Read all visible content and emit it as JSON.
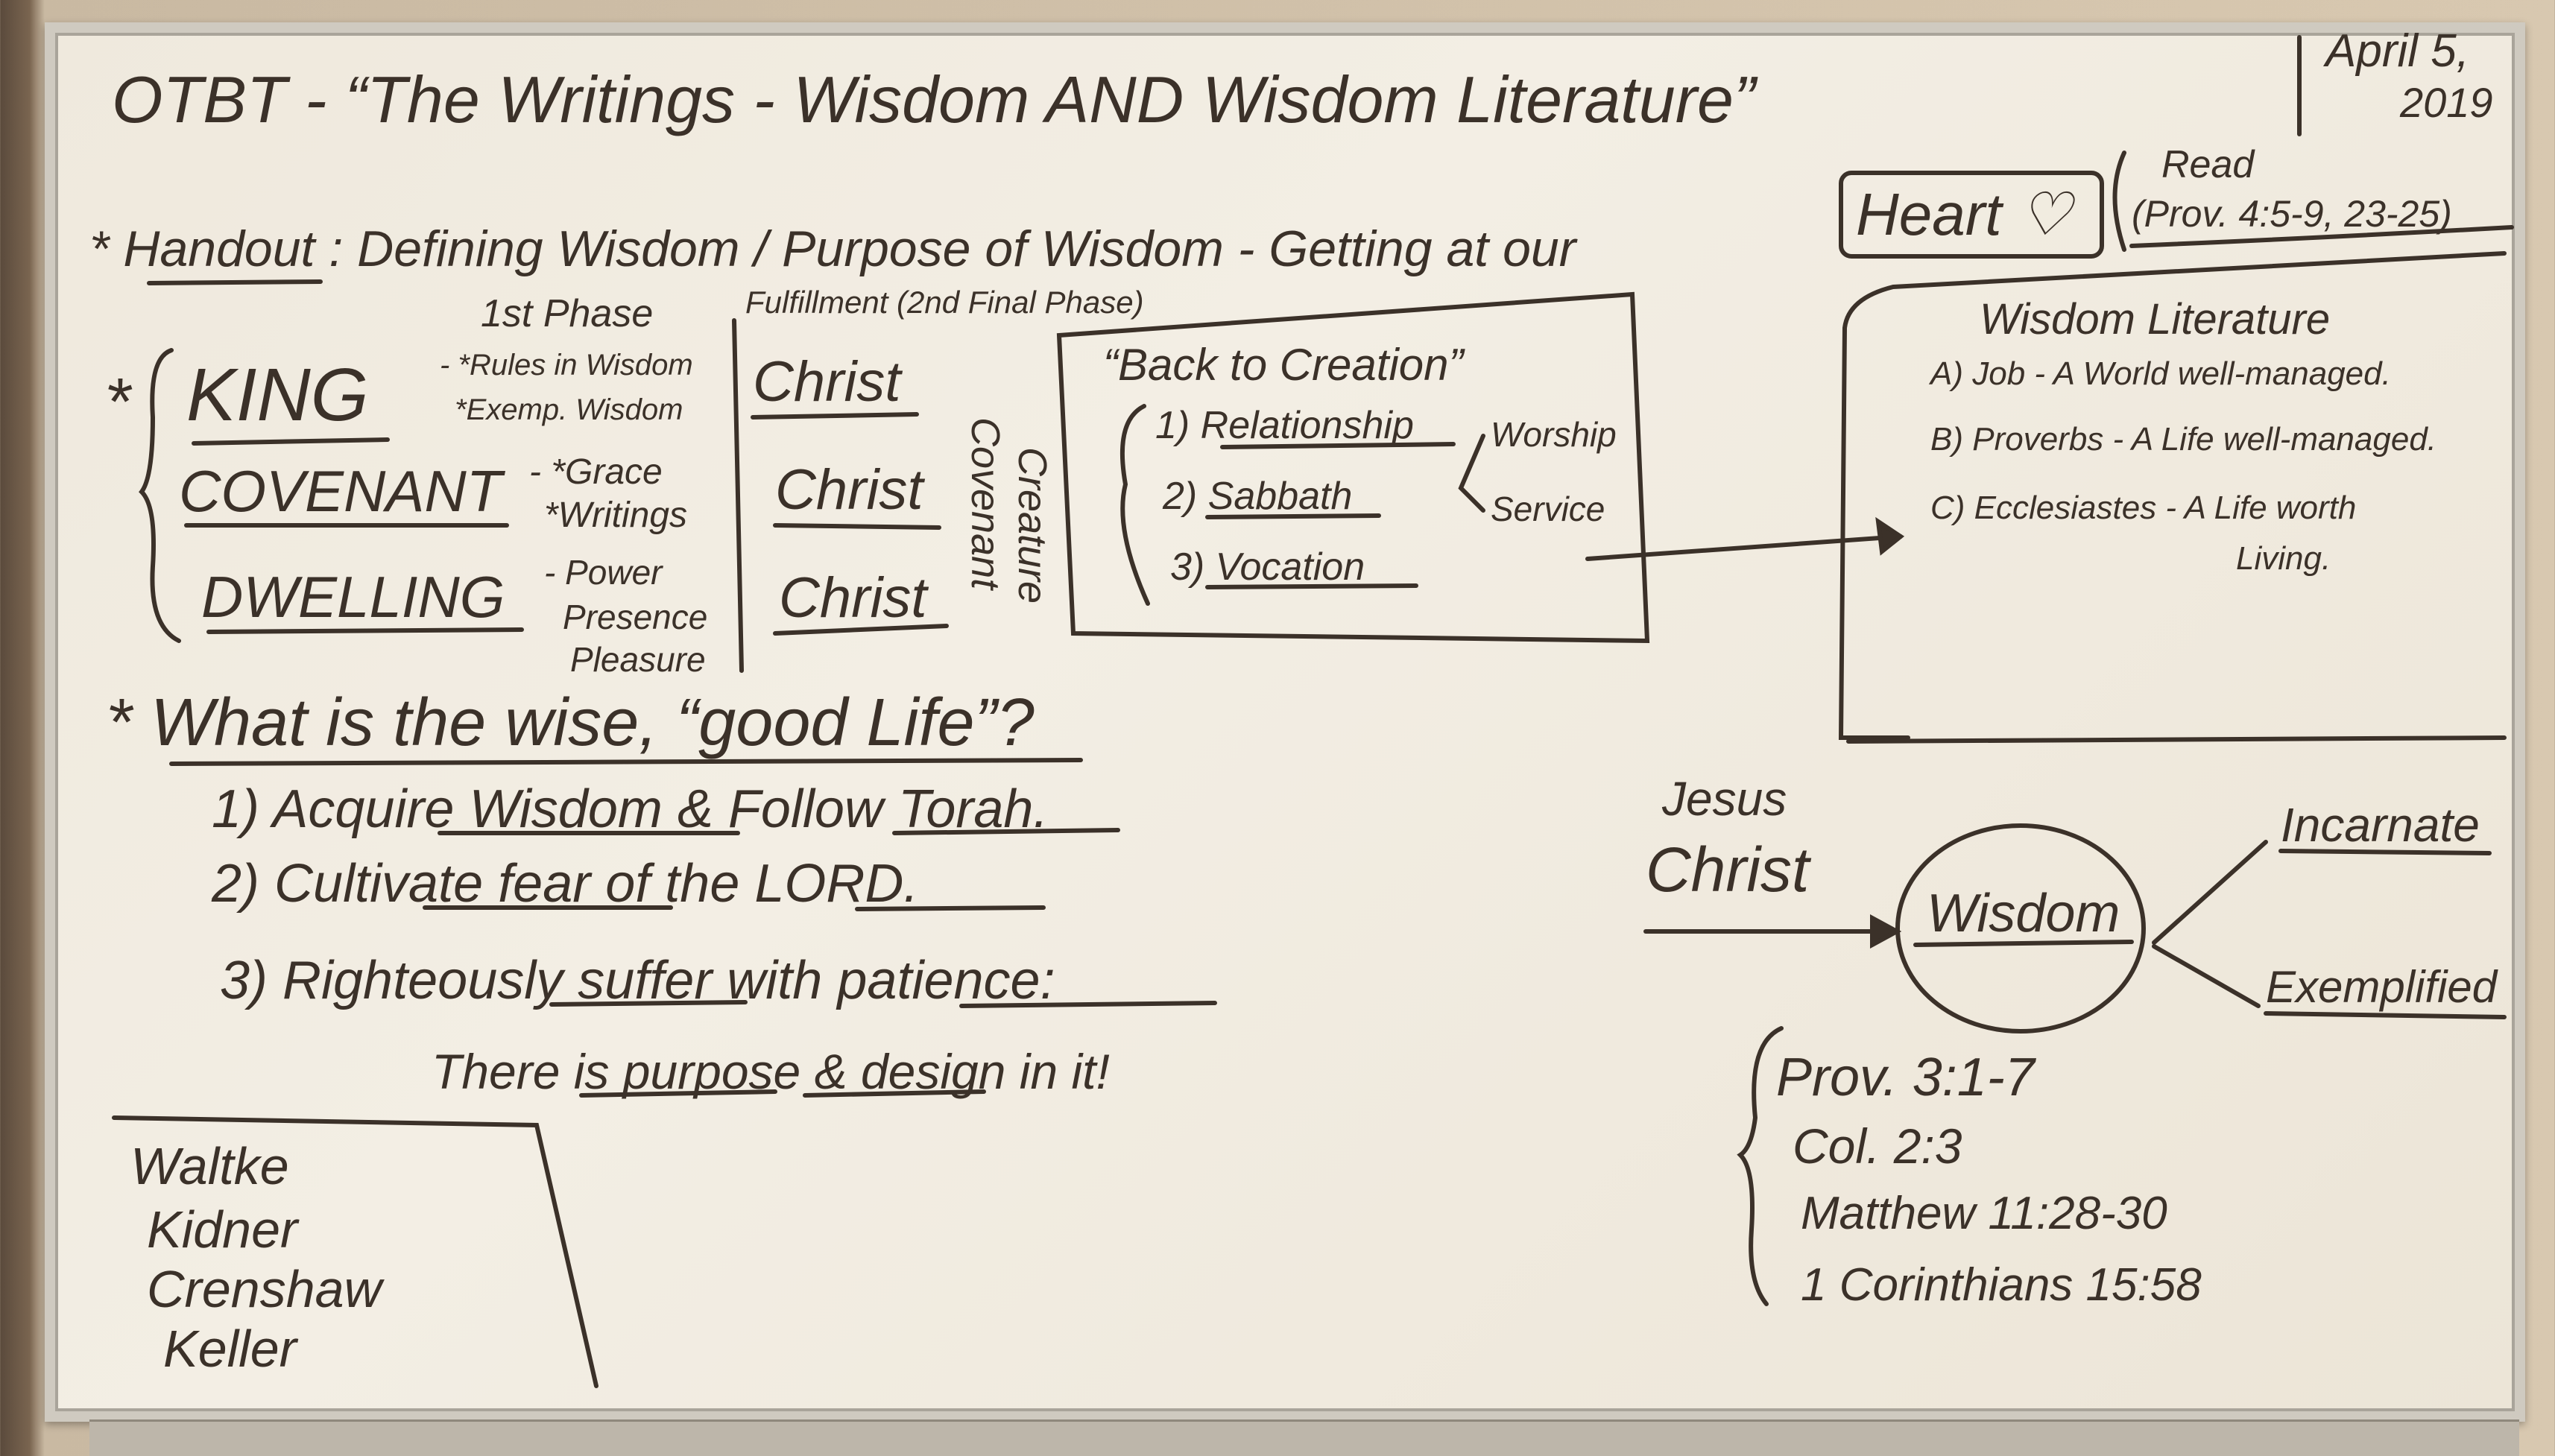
{
  "title": "OTBT - “The Writings - Wisdom AND Wisdom Literature”",
  "date": {
    "line1": "April 5,",
    "line2": "2019"
  },
  "handout": {
    "prefix": "* Handout : Defining Wisdom / Purpose of Wisdom - Getting at our",
    "heart": "Heart ♡",
    "read_label": "Read",
    "read_ref": "(Prov. 4:5-9, 23-25)"
  },
  "phases": {
    "first": "1st Phase",
    "fulfillment": "Fulfillment (2nd Final Phase)"
  },
  "themes": [
    {
      "name": "KING",
      "notes": [
        "- *Rules in Wisdom",
        "*Exemp. Wisdom"
      ],
      "fulfillment": "Christ"
    },
    {
      "name": "COVENANT",
      "notes": [
        "- *Grace",
        "*Writings"
      ],
      "fulfillment": "Christ"
    },
    {
      "name": "DWELLING",
      "notes": [
        "- Power",
        "Presence",
        "Pleasure"
      ],
      "fulfillment": "Christ"
    }
  ],
  "covenant_creature": [
    "Covenant",
    "Creature"
  ],
  "creation_box": {
    "title": "“Back to Creation”",
    "items": [
      "1) Relationship",
      "2) Sabbath",
      "3) Vocation"
    ],
    "sabbath_branches": [
      "Worship",
      "Service"
    ]
  },
  "wisdom_literature": {
    "title": "Wisdom Literature",
    "items": [
      "A) Job - A World well-managed.",
      "B) Proverbs - A Life well-managed.",
      "C) Ecclesiastes - A Life worth"
    ],
    "item_c_cont": "Living."
  },
  "good_life": {
    "question": "* What is the wise, “good Life”?",
    "points": [
      "1) Acquire Wisdom & Follow Torah.",
      "2) Cultivate fear of the LORD.",
      "3) Righteously suffer with patience:"
    ],
    "conclusion": "There is purpose & design in it!"
  },
  "authors": [
    "Waltke",
    "Kidner",
    "Crenshaw",
    "Keller"
  ],
  "jesus": {
    "line1": "Jesus",
    "line2": "Christ",
    "center": "Wisdom",
    "branches": [
      "Incarnate",
      "Exemplified"
    ]
  },
  "references": [
    "Prov. 3:1-7",
    "Col. 2:3",
    "Matthew 11:28-30",
    "1 Corinthians 15:58"
  ]
}
